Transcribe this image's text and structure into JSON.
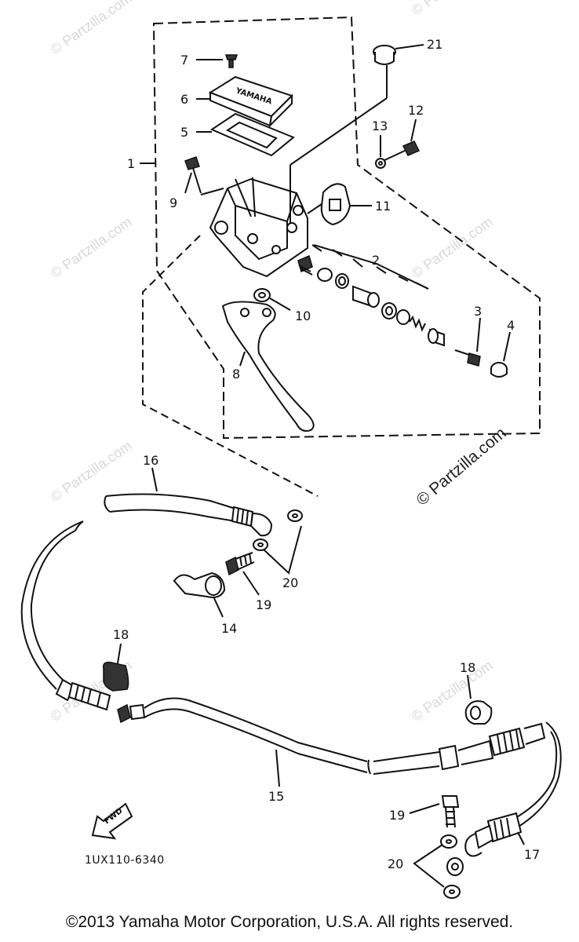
{
  "labels": {
    "p1": "1",
    "p2": "2",
    "p3": "3",
    "p4": "4",
    "p5": "5",
    "p6": "6",
    "p7": "7",
    "p8": "8",
    "p9": "9",
    "p10": "10",
    "p11": "11",
    "p12": "12",
    "p13": "13",
    "p14": "14",
    "p15": "15",
    "p16": "16",
    "p17": "17",
    "p18a": "18",
    "p18b": "18",
    "p19a": "19",
    "p19b": "19",
    "p20a": "20",
    "p20b": "20",
    "p21": "21"
  },
  "watermark": "© Partzilla.com",
  "watermark_big": "© Partzilla.com",
  "reservoir_text": "YAMAHA",
  "fwd_text": "FWD",
  "diagram_code": "1UX110-6340",
  "copyright": "©2013 Yamaha Motor Corporation, U.S.A. All rights reserved."
}
